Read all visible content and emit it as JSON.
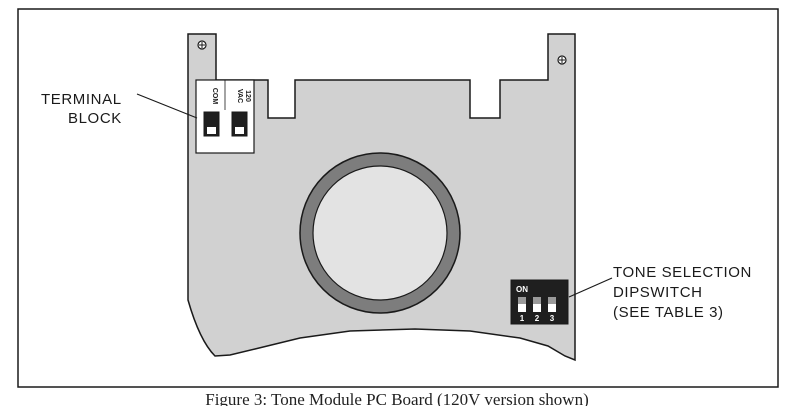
{
  "labels": {
    "terminal_block": [
      "TERMINAL",
      "BLOCK"
    ],
    "tone_selection": [
      "TONE SELECTION",
      "DIPSWITCH",
      "(SEE TABLE 3)"
    ]
  },
  "terminal": {
    "col1": "COM",
    "col2_top": "120",
    "col2_bottom": "VAC"
  },
  "dipswitch": {
    "on_label": "ON",
    "numbers": [
      "1",
      "2",
      "3"
    ]
  },
  "caption": "Figure 3: Tone Module PC Board (120V version shown)",
  "colors": {
    "board": "#d1d1d1",
    "outline": "#1a1a1a",
    "ring": "#7d7d7d",
    "speaker": "#e3e3e3",
    "switch_body": "#1f1f1f"
  }
}
